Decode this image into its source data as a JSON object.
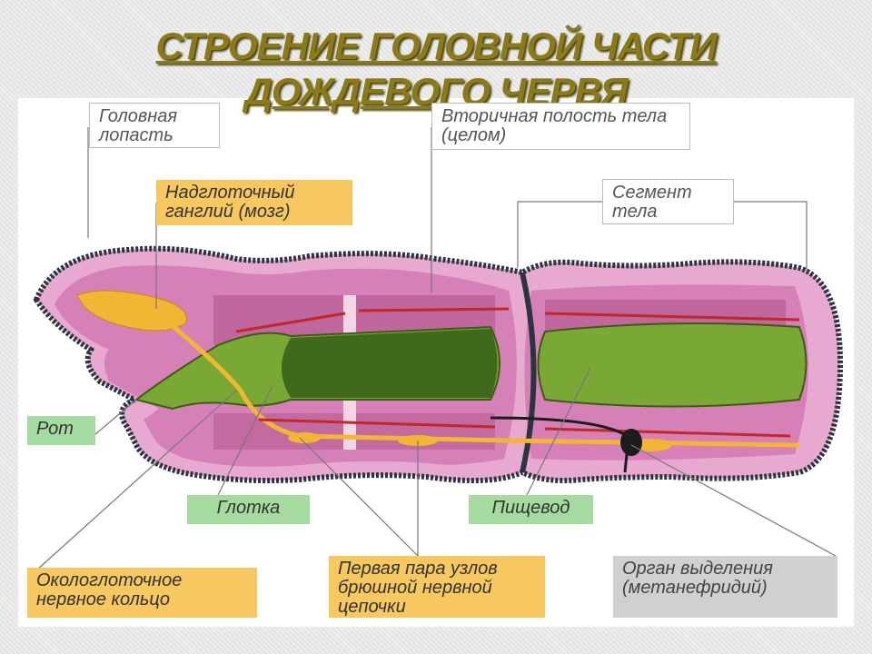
{
  "title": {
    "line1": "СТРОЕНИЕ ГОЛОВНОЙ ЧАСТИ",
    "line2": "ДОЖДЕВОГО ЧЕРВЯ"
  },
  "labels": {
    "head_lobe": "Головная лопасть",
    "coelom": "Вторичная полость тела (целом)",
    "ganglion": "Надглоточный ганглий (мозг)",
    "segment": "Сегмент тела",
    "mouth": "Рот",
    "pharynx": "Глотка",
    "esophagus": "Пищевод",
    "nerve_ring": "Окологлоточное нервное кольцо",
    "ventral_nodes": "Первая пара узлов брюшной нервной цепочки",
    "excretory": "Орган выделения (метанефридий)"
  },
  "colors": {
    "title": "#8a7a1a",
    "orange": "#f7c760",
    "green": "#a6dba0",
    "gray": "#d0d0d0",
    "body": "#e7a9d0",
    "gut": "#6a9a2a"
  }
}
